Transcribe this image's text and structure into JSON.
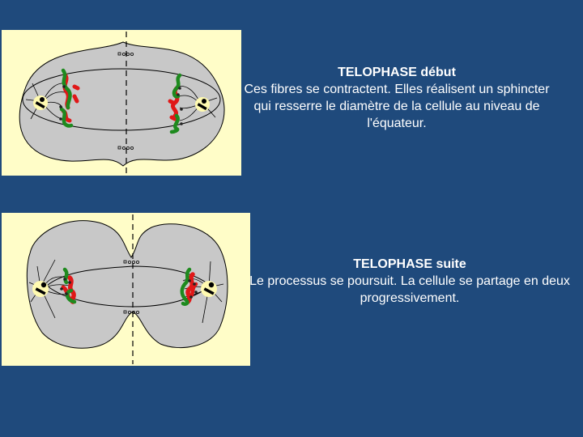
{
  "slides": [
    {
      "title": "TELOPHASE début",
      "text": "Ces fibres se contractent. Elles réalisent un sphincter qui resserre le diamètre de la cellule au niveau de l'équateur.",
      "diagram": {
        "label": "cellule-telophase-debut",
        "equator_marks": "▫○○○"
      }
    },
    {
      "title": "TELOPHASE suite",
      "text": "Le processus se poursuit. La cellule se partage en deux progressivement.",
      "diagram": {
        "label": "cellule-telophase-suite",
        "equator_marks": "▫○○○"
      }
    }
  ],
  "colors": {
    "background": "#1f4a7c",
    "panel": "#fffdc8",
    "cytoplasm": "#c8c8c8",
    "centrosome": "#fffab0",
    "chromatid_green": "#1e8a1e",
    "chromatid_red": "#e01818",
    "text": "#ffffff"
  }
}
